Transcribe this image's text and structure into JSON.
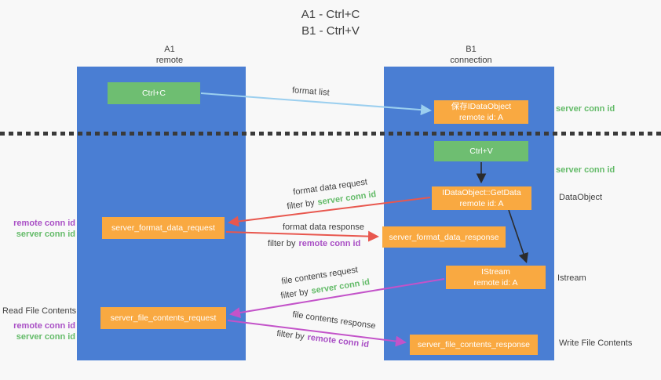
{
  "title": {
    "line1": "A1 - Ctrl+C",
    "line2": "B1 - Ctrl+V"
  },
  "colors": {
    "column_blue": "#4A7ED3",
    "box_green": "#6EBE71",
    "box_orange": "#F9A941",
    "arrow_light_blue": "#9BCFEF",
    "arrow_red": "#E8574E",
    "arrow_magenta": "#C353C9",
    "arrow_black": "#2B2B2B",
    "text_green": "#64BB69",
    "text_purple": "#A94FC5"
  },
  "lanes": {
    "a1": {
      "name": "A1",
      "role": "remote"
    },
    "b1": {
      "name": "B1",
      "role": "connection"
    }
  },
  "nodes": {
    "ctrl_c": {
      "label": "Ctrl+C"
    },
    "save_dataobject": {
      "line1": "保存IDataObject",
      "line2": "remote id: A"
    },
    "ctrl_v": {
      "label": "Ctrl+V"
    },
    "getdata": {
      "line1": "IDataObject::GetData",
      "line2": "remote id: A"
    },
    "format_request": {
      "label": "server_format_data_request"
    },
    "format_response": {
      "label": "server_format_data_response"
    },
    "istream": {
      "line1": "IStream",
      "line2": "remote id: A"
    },
    "file_request": {
      "label": "server_file_contents_request"
    },
    "file_response": {
      "label": "server_file_contents_response"
    }
  },
  "edge_labels": {
    "format_list": "format list",
    "format_data_request": "format data request",
    "filter_server_1": {
      "prefix": "filter by",
      "value": "server conn id"
    },
    "format_data_response": "format data response",
    "filter_remote_1": {
      "prefix": "filter by",
      "value": "remote conn id"
    },
    "file_contents_request": "file contents request",
    "filter_server_2": {
      "prefix": "filter by",
      "value": "server conn id"
    },
    "file_contents_response": "file contents response",
    "filter_remote_2": {
      "prefix": "filter by",
      "value": "remote conn id"
    }
  },
  "annotations": {
    "server_conn_top": "server conn id",
    "server_conn_mid": "server conn id",
    "dataobject": "DataObject",
    "istream": "Istream",
    "write_file_contents": "Write File Contents",
    "read_file_contents": "Read File Contents",
    "left_pair1": {
      "remote": "remote conn id",
      "server": "server conn id"
    },
    "left_pair2": {
      "remote": "remote conn id",
      "server": "server conn id"
    }
  }
}
